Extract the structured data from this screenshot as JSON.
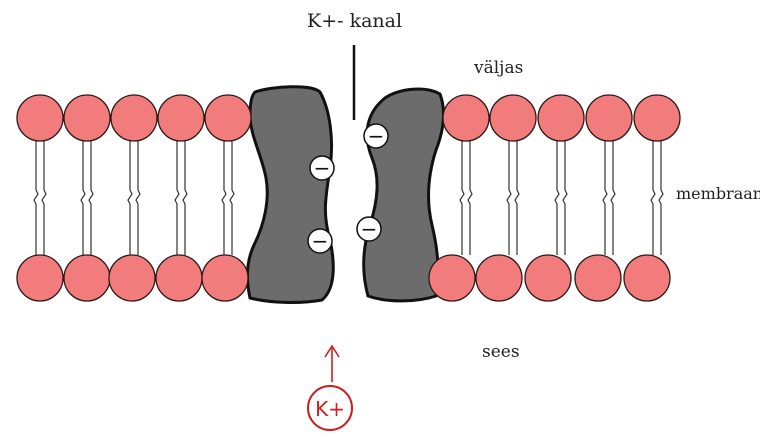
{
  "labels": {
    "channel": "K+- kanal",
    "outside": "väljas",
    "membrane": "membraan",
    "inside": "sees"
  },
  "ion": {
    "symbol": "K+",
    "color": "#cc1f1f"
  },
  "charge_symbol": "−",
  "colors": {
    "lipid_head": "#f27c7c",
    "lipid_head_stroke": "#2a1a1a",
    "protein": "#6c6c6c",
    "protein_stroke": "#111111",
    "tail": "#333333"
  }
}
